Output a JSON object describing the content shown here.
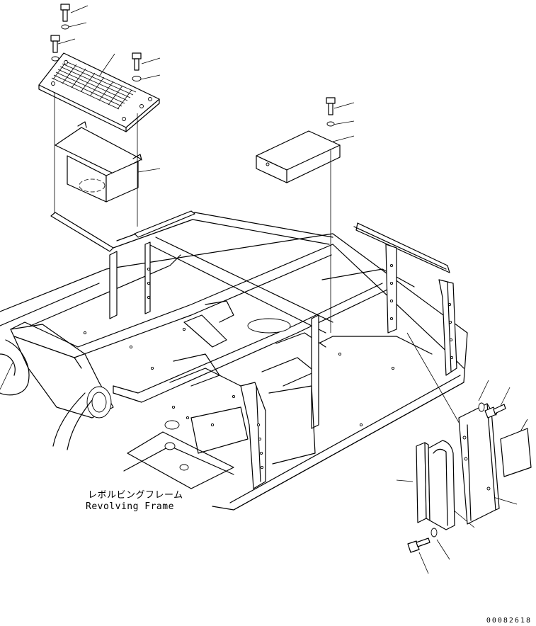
{
  "labels": {
    "frame_name_jp": "レボルビングフレーム",
    "frame_name_en": "Revolving Frame",
    "document_number": "00082618"
  },
  "colors": {
    "line": "#000000",
    "background": "#ffffff"
  }
}
